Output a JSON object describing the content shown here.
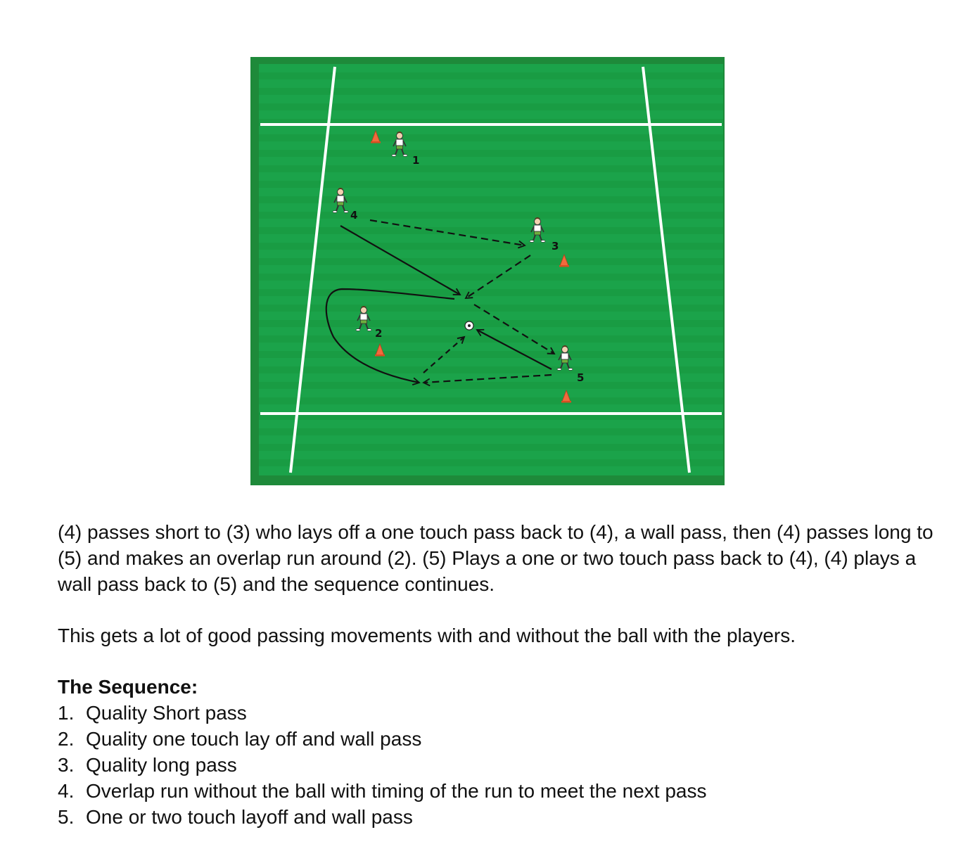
{
  "colors": {
    "field_dark": "#1e8a3a",
    "field_light": "#1ba34a",
    "field_stripe": "#199a45",
    "line": "#ffffff",
    "cone": "#f26a3d",
    "arrow": "#111111"
  },
  "icons": [
    "player-icon",
    "cone-icon",
    "ball-icon"
  ],
  "diagram": {
    "players": [
      {
        "label": "1"
      },
      {
        "label": "4"
      },
      {
        "label": "3"
      },
      {
        "label": "2"
      },
      {
        "label": "5"
      }
    ]
  },
  "text": {
    "description": "(4) passes short to (3) who lays off a one touch pass back to (4), a wall pass, then (4) passes long to (5) and makes an overlap run around (2). (5) Plays a one or two touch pass back to (4), (4) plays a wall pass back to (5) and the sequence continues.",
    "summary": "This gets a lot of good passing movements with and without the ball with the players.",
    "sequence_heading": "The Sequence:",
    "sequence": [
      {
        "num": "1.",
        "text": "Quality Short pass"
      },
      {
        "num": "2.",
        "text": "Quality one touch lay off and wall pass"
      },
      {
        "num": "3.",
        "text": "Quality long pass"
      },
      {
        "num": "4.",
        "text": "Overlap run without the ball with timing of the run to meet the next pass"
      },
      {
        "num": "5.",
        "text": "One or two touch layoff and wall pass"
      }
    ]
  }
}
